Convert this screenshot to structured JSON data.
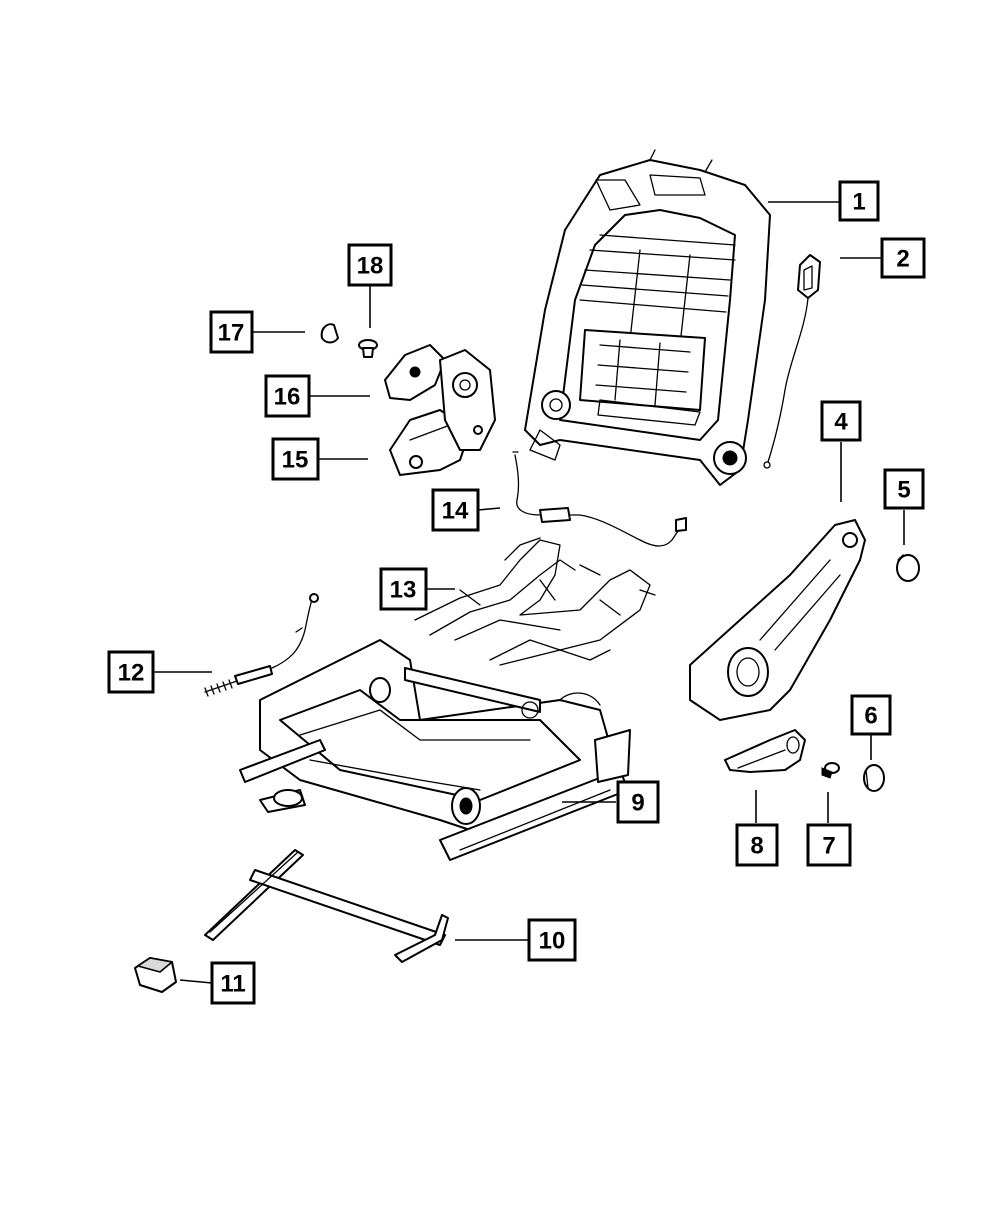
{
  "callouts": [
    {
      "id": "1",
      "label": "1",
      "part": "seat-back-frame"
    },
    {
      "id": "2",
      "label": "2",
      "part": "release-handle-cable"
    },
    {
      "id": "3",
      "label": "4",
      "part": "outer-shield"
    },
    {
      "id": "4",
      "label": "5",
      "part": "shield-cap"
    },
    {
      "id": "5",
      "label": "6",
      "part": "end-cap"
    },
    {
      "id": "6",
      "label": "7",
      "part": "screw"
    },
    {
      "id": "7",
      "label": "8",
      "part": "handle"
    },
    {
      "id": "8",
      "label": "9",
      "part": "seat-adjuster-frame"
    },
    {
      "id": "9",
      "label": "10",
      "part": "towel-bar"
    },
    {
      "id": "10",
      "label": "11",
      "part": "towel-bar-handle"
    },
    {
      "id": "11",
      "label": "12",
      "part": "cable-spring"
    },
    {
      "id": "12",
      "label": "13",
      "part": "seat-cushion-springs"
    },
    {
      "id": "13",
      "label": "14",
      "part": "wiring-harness"
    },
    {
      "id": "14",
      "label": "15",
      "part": "inner-shield"
    },
    {
      "id": "15",
      "label": "16",
      "part": "recliner-cover"
    },
    {
      "id": "16",
      "label": "17",
      "part": "push-clip"
    },
    {
      "id": "17",
      "label": "18",
      "part": "pin"
    }
  ]
}
